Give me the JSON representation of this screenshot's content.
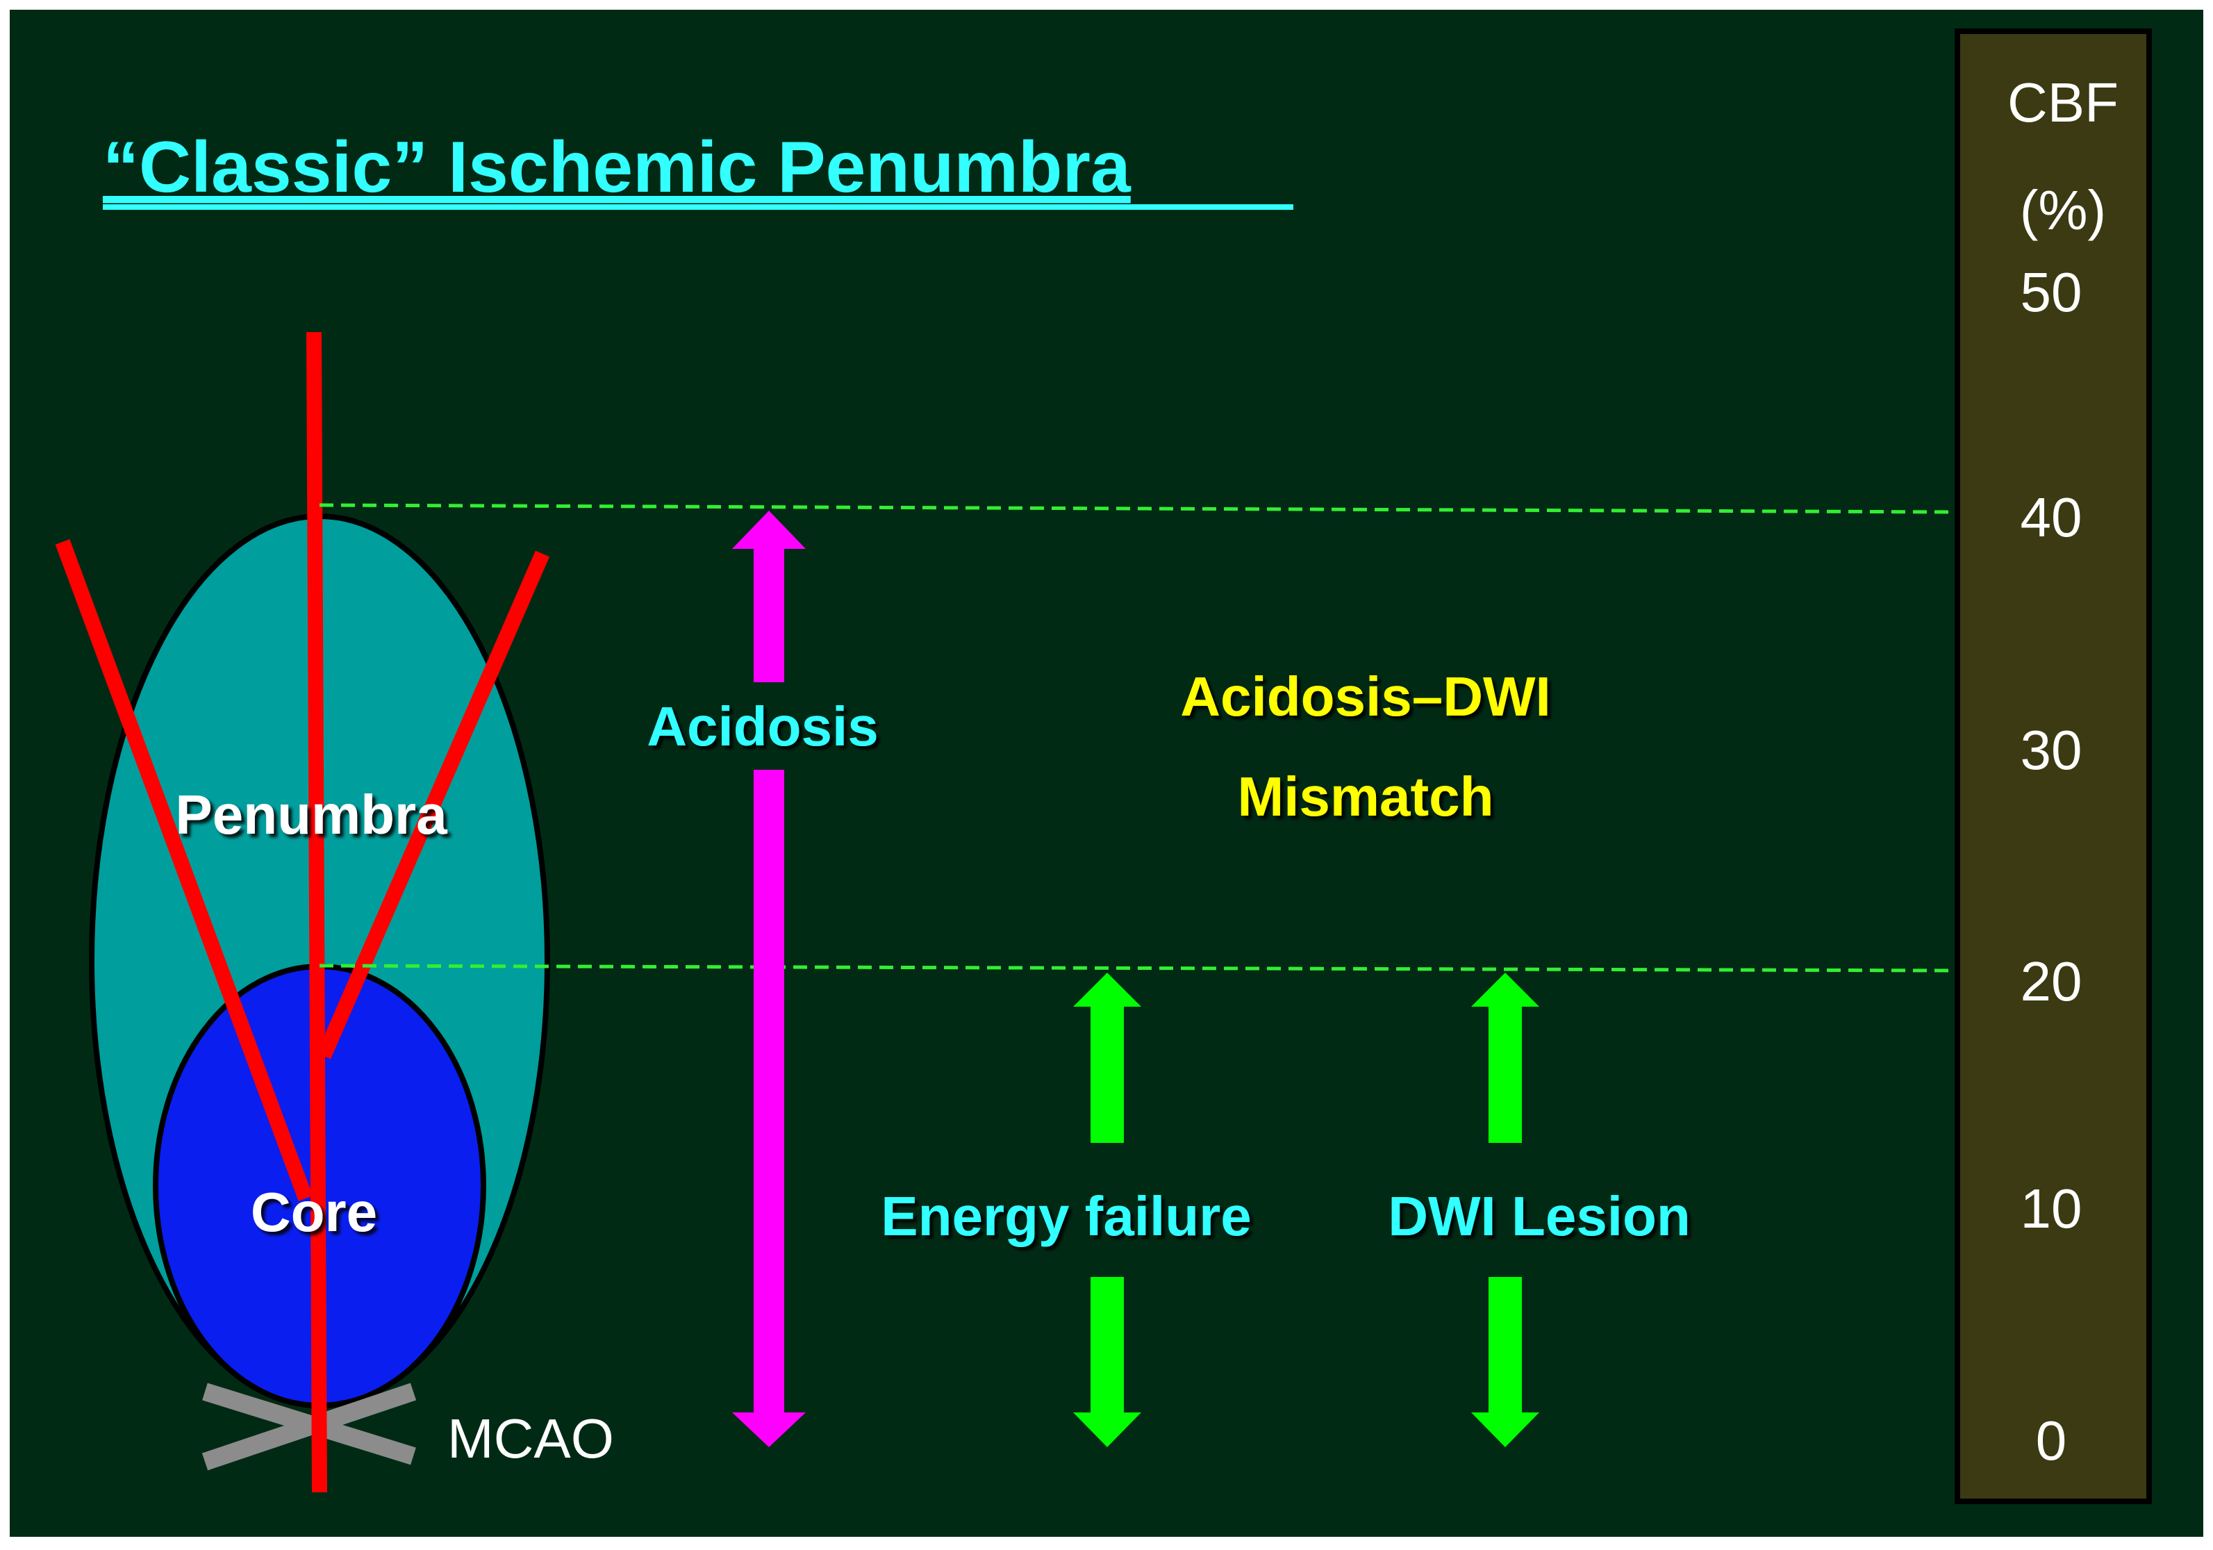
{
  "title": "“Classic” Ischemic Penumbra",
  "regions": {
    "penumbra": "Penumbra",
    "core": "Core"
  },
  "occlusion_label": "MCAO",
  "arrows": {
    "acidosis": "Acidosis",
    "energy_failure": "Energy failure",
    "dwi_lesion": "DWI Lesion"
  },
  "mismatch": {
    "line1": "Acidosis–DWI",
    "line2": "Mismatch"
  },
  "scale": {
    "unit_line1": "CBF",
    "unit_line2": "(%)",
    "ticks": [
      "50",
      "40",
      "30",
      "20",
      "10",
      "0"
    ]
  },
  "thresholds": [
    40,
    20
  ],
  "colors": {
    "background": "#012a15",
    "frame": "#ffffff",
    "title": "#33ffff",
    "penumbra": "#009e9c",
    "core": "#0a1ef0",
    "vessel": "#ff0000",
    "occlusion": "#8c8c8c",
    "acidosis_arrow": "#ff00ff",
    "green_arrow": "#00ff00",
    "threshold_line": "#33ee33",
    "label_cyan": "#33ffff",
    "label_yellow": "#ffff00",
    "scale_panel": "#3b3a12",
    "scale_text": "#ffffff"
  }
}
